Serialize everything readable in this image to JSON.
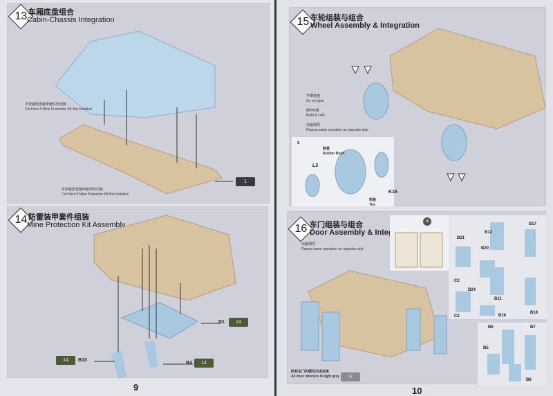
{
  "left_page": {
    "page_number": "9",
    "step13": {
      "number": "13",
      "title_zh": "车厢底盘组合",
      "title_en": "Cabin-Chassis Integration",
      "note_zh": "不安装防雷装甲套件时切除",
      "note_en": "Cut Here If Mine Protection Kit Not Installed",
      "note2_zh": "不安装防雷装甲套件时切除",
      "note2_en": "Cut Here If Mine Protection Kit Not Installed",
      "color_chip": "1"
    },
    "step14": {
      "number": "14",
      "title_zh": "防雷装甲套件组装",
      "title_en": "Mine Protection Kit Assembly",
      "parts": [
        {
          "part": "D1",
          "color": "14"
        },
        {
          "part": "B10",
          "color": "14"
        },
        {
          "part": "B4",
          "color": "14"
        }
      ]
    }
  },
  "right_page": {
    "page_number": "10",
    "step15": {
      "number": "15",
      "title_zh": "车轮组装与组合",
      "title_en": "Wheel Assembly & Integration",
      "legend": [
        {
          "icon": "do-not-glue-icon",
          "zh": "不要粘接",
          "en": "Do not glue"
        },
        {
          "icon": "build-n-sets-icon",
          "zh": "制作N组",
          "en": "Build N sets"
        },
        {
          "icon": "repeat-opposite-icon",
          "zh": "对面相同",
          "en": "Repeat same operation on opposite side"
        }
      ],
      "inset": {
        "sets": "5",
        "rubber_zh": "胶套",
        "rubber_en": "Rubber Bush",
        "tire_zh": "轮胎",
        "tire_en": "Tire",
        "parts": [
          "L3",
          "K16"
        ]
      }
    },
    "step16": {
      "number": "16",
      "title_zh": "车门组装与组合",
      "title_en": "Door Assembly & Integration",
      "repeat_zh": "对面相同",
      "repeat_en": "Repeat same operation on opposite side",
      "decal": "16",
      "parts_front": [
        "B21",
        "B12",
        "B17",
        "B20",
        "C2",
        "B24",
        "B11",
        "C2",
        "B16",
        "B18"
      ],
      "parts_rear": [
        "B6",
        "B7",
        "B5",
        "B8"
      ],
      "color_note_zh": "所有车门内侧均为浅灰色",
      "color_note_en": "All door interiors in light grey",
      "color_chip": "6"
    }
  },
  "colors": {
    "tan": "#d8c3a0",
    "blue": "#a9c9e0",
    "chip_dark": "#3a3a3e",
    "chip_green": "#4d5a33",
    "chip_grey": "#8a8b90"
  }
}
